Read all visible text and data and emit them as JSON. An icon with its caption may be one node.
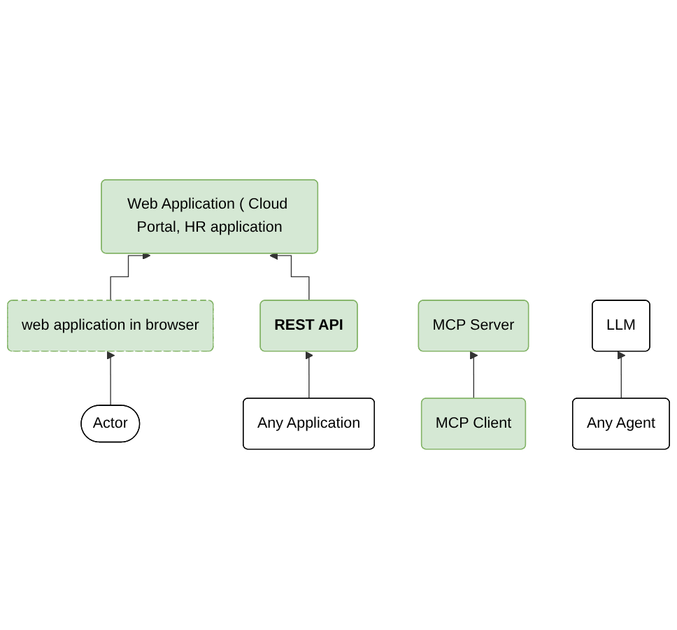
{
  "diagram": {
    "nodes": [
      {
        "text": [
          "Web Application ( Cloud Portal, HR application"
        ]
      },
      {
        "text": [
          "web application in browser"
        ]
      },
      {
        "text": [
          "REST API"
        ]
      },
      {
        "text": [
          "MCP Server"
        ]
      },
      {
        "text": [
          "Actor"
        ]
      },
      {
        "text": [
          "Any Application"
        ]
      },
      {
        "text": [
          "MCP Client"
        ]
      },
      {
        "text": [
          "Any Agent"
        ]
      },
      {
        "text": [
          "LLM"
        ]
      }
    ],
    "edges": [
      {
        "from": 1,
        "to": 0,
        "arrow": "to"
      },
      {
        "from": 2,
        "to": 0,
        "arrow": "to"
      },
      {
        "from": 4,
        "to": 1,
        "arrow": "to"
      },
      {
        "from": 5,
        "to": 2,
        "arrow": "to"
      },
      {
        "from": 6,
        "to": 3,
        "arrow": "to"
      },
      {
        "from": 7,
        "to": 8,
        "arrow": "to"
      }
    ]
  }
}
